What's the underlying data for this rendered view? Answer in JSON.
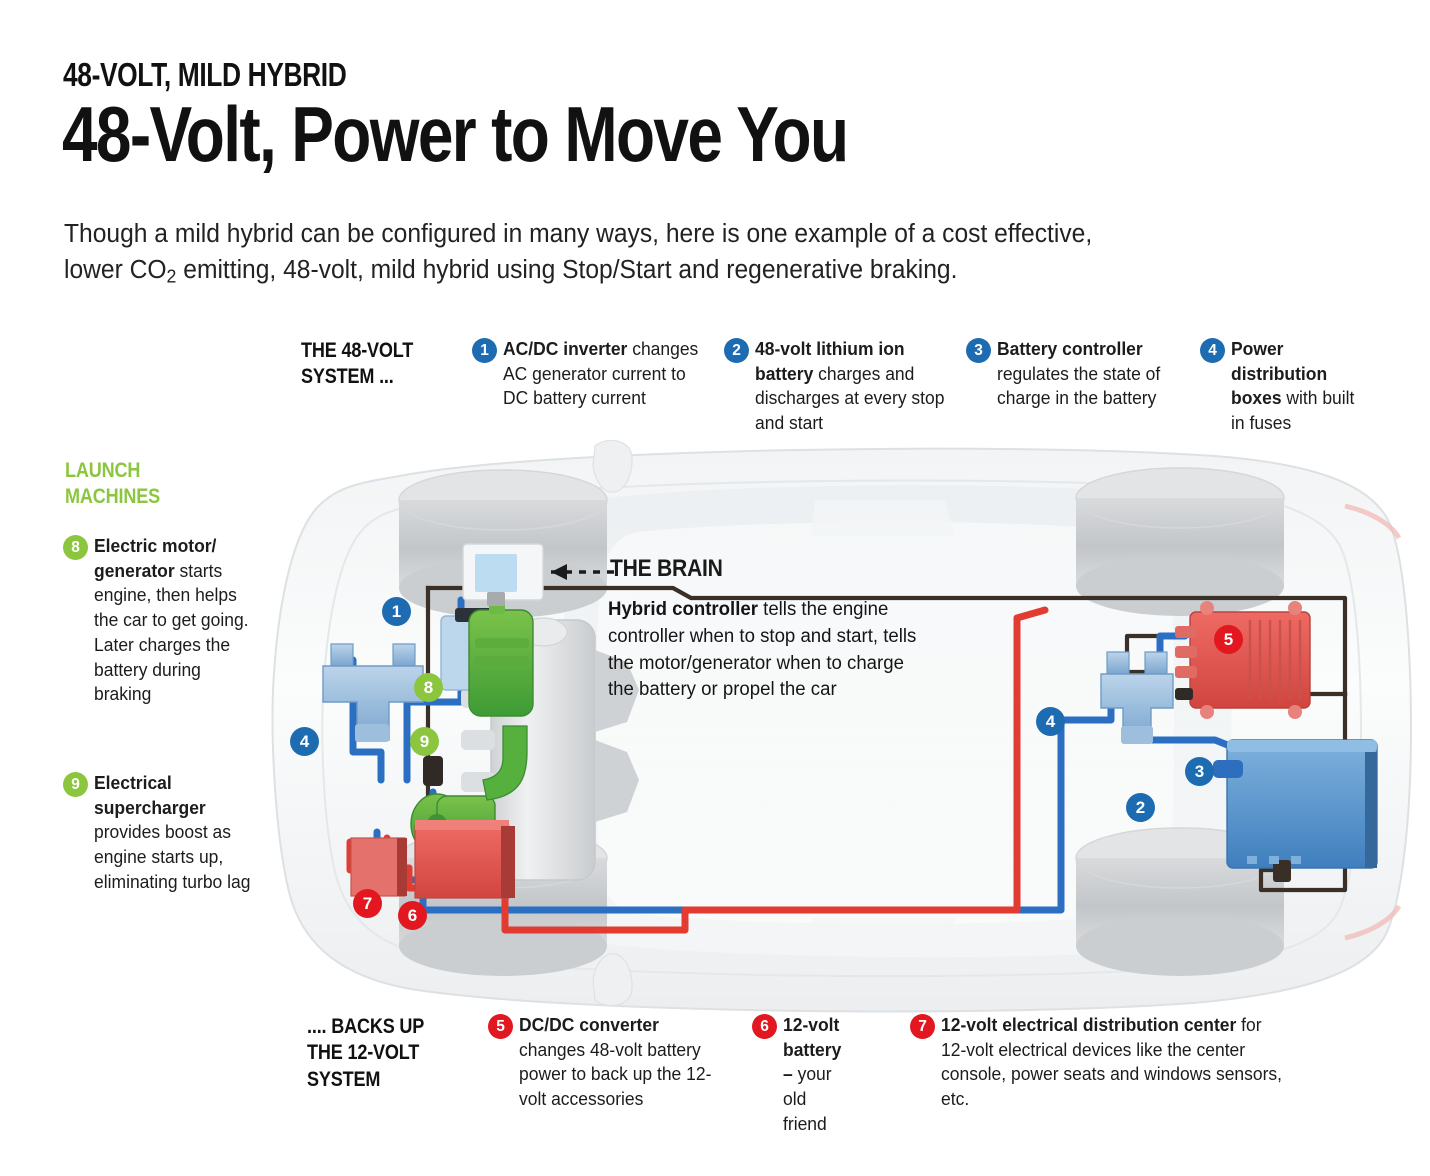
{
  "header": {
    "kicker": "48-VOLT, MILD HYBRID",
    "headline": "48-Volt, Power to Move You",
    "subhead_line1": "Though a mild hybrid can be configured in many ways, here is one example of a cost effective,",
    "subhead_line2_a": "lower CO",
    "subhead_line2_sub": "2",
    "subhead_line2_b": " emitting, 48-volt, mild hybrid using Stop/Start and regenerative braking."
  },
  "colors": {
    "blue": "#1d6cb1",
    "green": "#8cc63f",
    "red": "#e2171f",
    "wire_black": "#3a3027",
    "wire_blue": "#2b6fc2",
    "wire_red": "#e23b32"
  },
  "top_section": {
    "heading_line1": "THE 48-VOLT",
    "heading_line2": "SYSTEM ...",
    "items": [
      {
        "num": "1",
        "color": "blue",
        "title": "AC/DC inverter",
        "body": " changes AC generator current to DC battery current"
      },
      {
        "num": "2",
        "color": "blue",
        "title": "48-volt lithium ion battery",
        "body": " charges and discharges at every stop and start"
      },
      {
        "num": "3",
        "color": "blue",
        "title": "Battery controller",
        "body": " regulates the state of charge in the battery"
      },
      {
        "num": "4",
        "color": "blue",
        "title": "Power distribution boxes",
        "body": " with built in fuses"
      }
    ]
  },
  "left_section": {
    "heading_line1": "LAUNCH",
    "heading_line2": "MACHINES",
    "items": [
      {
        "num": "8",
        "color": "green",
        "title": "Electric motor/ generator",
        "body": " starts engine, then helps the car to get going. Later charges the battery during braking"
      },
      {
        "num": "9",
        "color": "green",
        "title": "Electrical supercharger",
        "body": " provides boost as engine starts up, eliminating turbo lag"
      }
    ]
  },
  "brain": {
    "label": "THE BRAIN",
    "title": "Hybrid controller",
    "body": " tells the engine controller when to stop and start, tells the motor/generator when to charge the battery or propel the car"
  },
  "bottom_section": {
    "heading_line1": ".... BACKS UP",
    "heading_line2": "THE 12-VOLT",
    "heading_line3": "SYSTEM",
    "items": [
      {
        "num": "5",
        "color": "red",
        "title": "DC/DC converter",
        "body": " changes 48-volt battery power to back up the 12-volt accessories"
      },
      {
        "num": "6",
        "color": "red",
        "title": "12-volt battery –",
        "body": " your old friend"
      },
      {
        "num": "7",
        "color": "red",
        "title": "12-volt electrical distribution center",
        "body": " for 12-volt electrical devices like the center console, power seats and windows sensors, etc."
      }
    ]
  },
  "diagram_markers": [
    {
      "num": "1",
      "color": "blue"
    },
    {
      "num": "8",
      "color": "green"
    },
    {
      "num": "9",
      "color": "green"
    },
    {
      "num": "4",
      "color": "blue"
    },
    {
      "num": "7",
      "color": "red"
    },
    {
      "num": "6",
      "color": "red"
    },
    {
      "num": "5",
      "color": "red"
    },
    {
      "num": "4",
      "color": "blue"
    },
    {
      "num": "3",
      "color": "blue"
    },
    {
      "num": "2",
      "color": "blue"
    }
  ]
}
